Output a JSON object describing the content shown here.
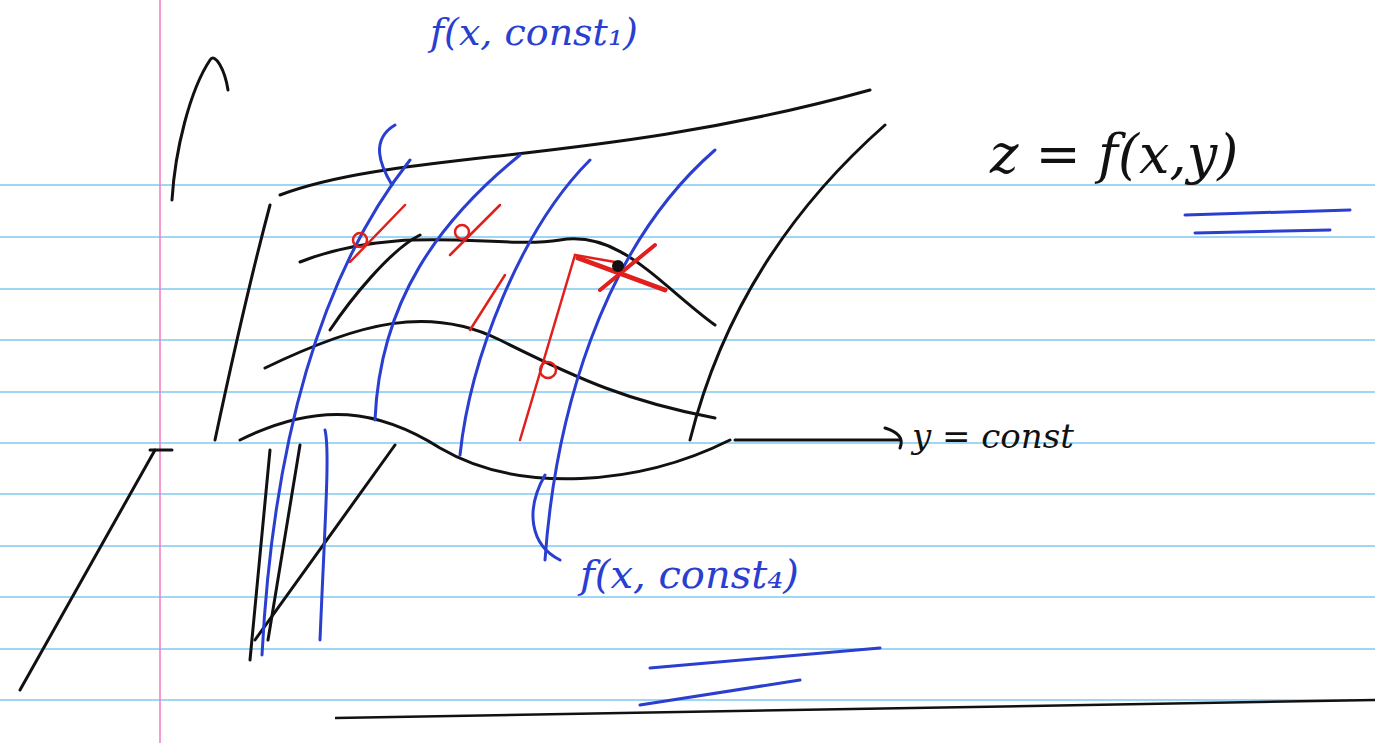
{
  "diagram": {
    "labels": [
      "f(x, const₁)",
      "z = f(x,y)",
      "y = const",
      "f(x, const₄)"
    ]
  }
}
